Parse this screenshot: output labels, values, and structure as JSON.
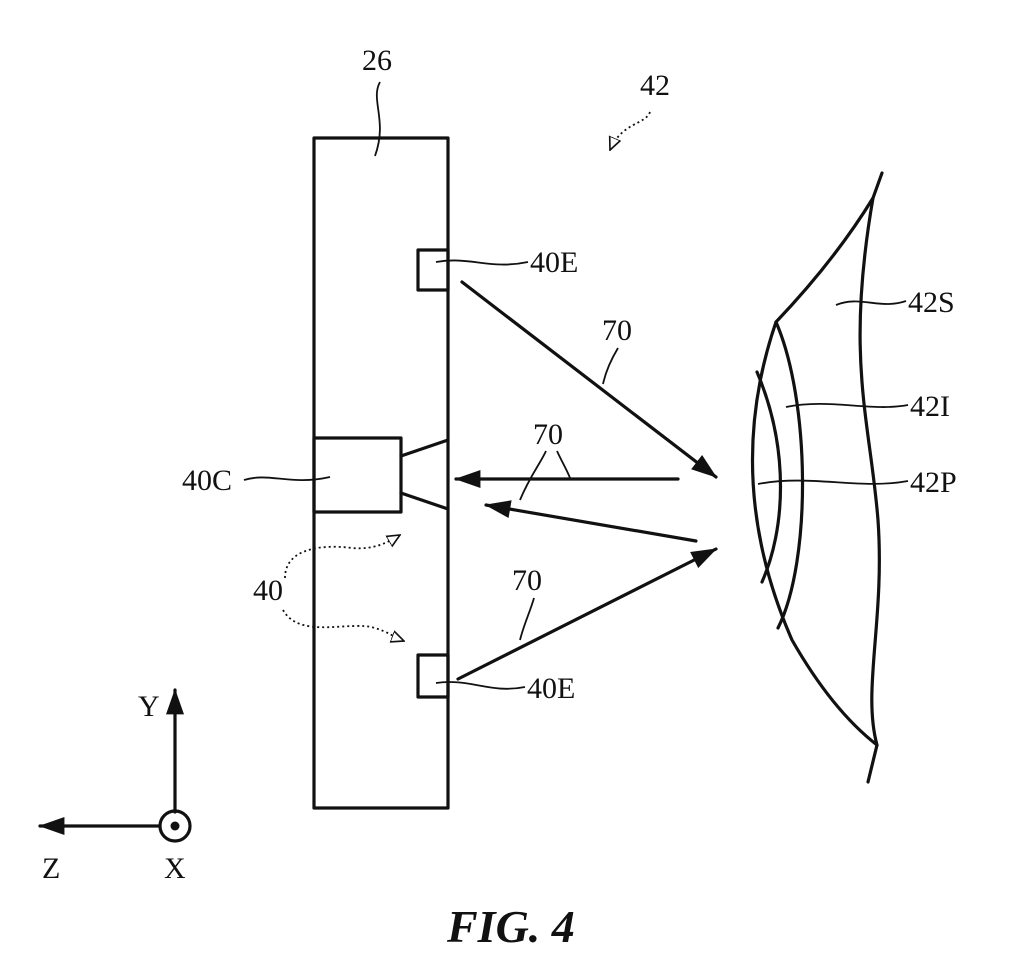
{
  "figure": {
    "caption": "FIG. 4",
    "labels": {
      "device": "26",
      "eye": "42",
      "emitter_top": "40E",
      "emitter_bottom": "40E",
      "camera": "40C",
      "components": "40",
      "sclera": "42S",
      "iris": "42I",
      "pupil": "42P",
      "ray_top": "70",
      "ray_middle": "70",
      "ray_bottom": "70"
    },
    "axes": {
      "y": "Y",
      "z": "Z",
      "x": "X"
    }
  }
}
